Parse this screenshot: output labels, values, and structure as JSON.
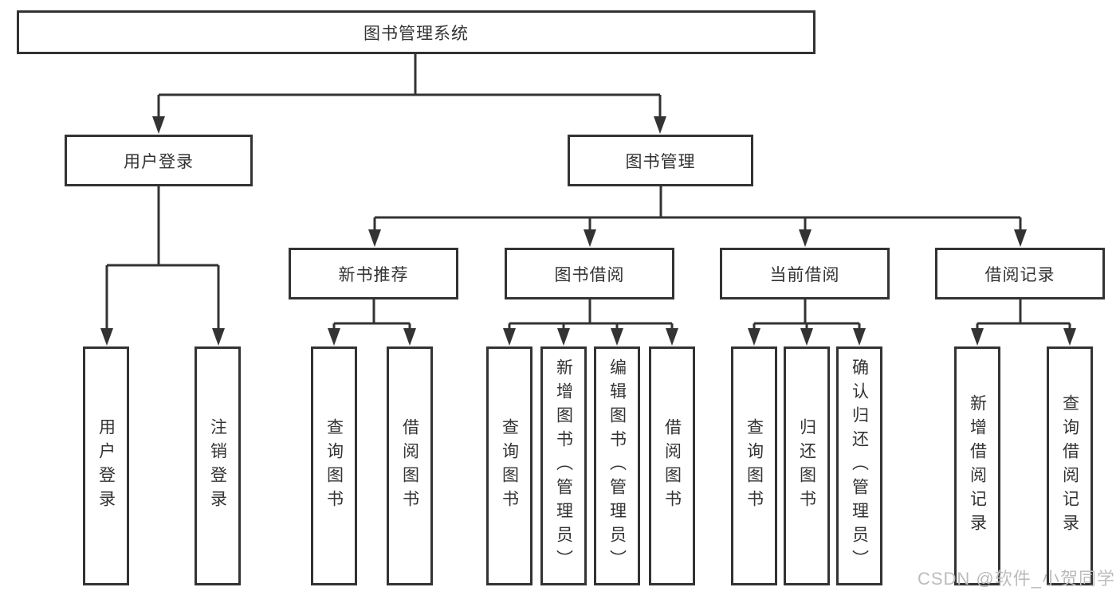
{
  "diagram_title": "图书管理系统",
  "watermark": "CSDN @软件_小贺同学",
  "colors": {
    "line": "#333333",
    "box_border": "#333333",
    "text": "#333333",
    "watermark": "#bcbcbc",
    "background": "#ffffff"
  },
  "nodes": {
    "root": "图书管理系统",
    "l2": [
      "用户登录",
      "图书管理"
    ],
    "login_leaves": [
      "用户登录",
      "注销登录"
    ],
    "l3": [
      "新书推荐",
      "图书借阅",
      "当前借阅",
      "借阅记录"
    ],
    "newbook_leaves": [
      "查询图书",
      "借阅图书"
    ],
    "borrow_leaves": [
      "查询图书",
      "新增图书（管理员）",
      "编辑图书（管理员）",
      "借阅图书"
    ],
    "current_leaves": [
      "查询图书",
      "归还图书",
      "确认归还（管理员）"
    ],
    "record_leaves": [
      "新增借阅记录",
      "查询借阅记录"
    ]
  }
}
